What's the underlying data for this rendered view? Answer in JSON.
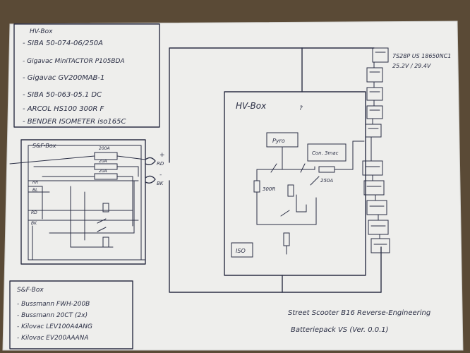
{
  "hv_legend": {
    "title": "HV-Box",
    "items": [
      "- SIBA 50-074-06/250A",
      "- Gigavac MiniTACTOR P105BDA",
      "- Gigavac GV200MAB-1",
      "- SIBA 50-063-05.1 DC",
      "- ARCOL HS100 300R F",
      "- BENDER ISOMETER iso165C"
    ]
  },
  "srf_legend": {
    "title": "S&F-Box",
    "items": [
      "- Bussmann FWH-200B",
      "- Bussmann 20CT (2x)",
      "- Kilovac LEV100A4ANG",
      "- Kilovac EV200AAANA"
    ]
  },
  "srf_box": {
    "title": "S&F-Box",
    "fuse_labels": [
      "200A",
      "20A",
      "20A"
    ],
    "wire_labels": [
      "RR",
      "BL",
      "RD",
      "BK"
    ],
    "plus": "+",
    "minus": "-",
    "conn_rd": "RD",
    "conn_bk": "BK"
  },
  "hv_box": {
    "title": "HV-Box",
    "question": "?",
    "pyro": "Pyro",
    "contactor": "Con. 3mac",
    "fuse": "250A",
    "resistor": "300R",
    "iso": "ISO"
  },
  "battery": {
    "line1": "7S28P US 18650NC1",
    "line2": "25.2V / 29.4V"
  },
  "footer": {
    "line1": "Street Scooter B16 Reverse-Engineering",
    "line2": "Batteriepack VS (Ver. 0.0.1)"
  }
}
